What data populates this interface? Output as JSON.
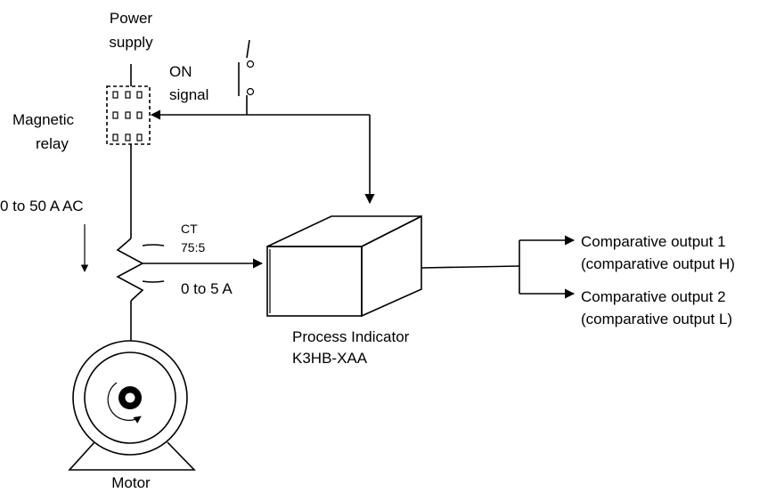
{
  "power_supply": {
    "line1": "Power",
    "line2": "supply"
  },
  "on_signal": {
    "line1": "ON",
    "line2": "signal"
  },
  "magnetic_relay": {
    "line1": "Magnetic",
    "line2": "relay"
  },
  "current_range": "0 to 50 A AC",
  "ct": {
    "line1": "CT",
    "line2": "75:5"
  },
  "ct_output": "0 to 5 A",
  "process_indicator": {
    "line1": "Process Indicator",
    "line2": "K3HB-XAA"
  },
  "outputs": [
    {
      "line1": "Comparative output 1",
      "line2": "(comparative output H)"
    },
    {
      "line1": "Comparative output 2",
      "line2": "(comparative output L)"
    }
  ],
  "motor": "Motor",
  "colors": {
    "ink": "#000000",
    "background": "#ffffff"
  }
}
